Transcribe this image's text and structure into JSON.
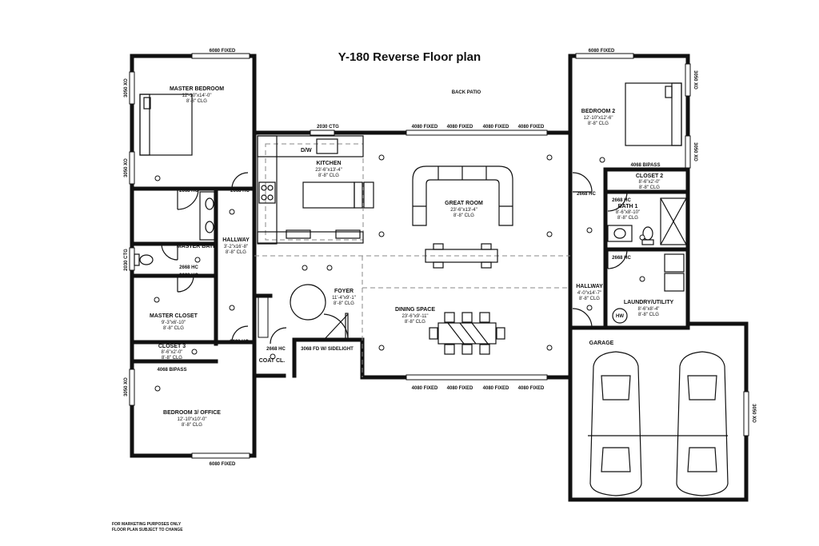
{
  "title": "Y-180 Reverse Floor plan",
  "back_patio": "BACK PATIO",
  "rooms": {
    "master_bedroom": {
      "name": "MASTER BEDROOM",
      "size": "12'-10\"x14'-0\"",
      "clg": "8'-8\" CLG"
    },
    "bedroom2": {
      "name": "BEDROOM 2",
      "size": "12'-10\"x12'-6\"",
      "clg": "8'-8\" CLG"
    },
    "kitchen": {
      "name": "KITCHEN",
      "size": "23'-6\"x13'-4\"",
      "clg": "8'-8\" CLG"
    },
    "great_room": {
      "name": "GREAT ROOM",
      "size": "23'-6\"x13'-4\"",
      "clg": "8'-8\" CLG"
    },
    "closet2": {
      "name": "CLOSET 2",
      "size": "8'-6\"x2'-0\"",
      "clg": "8'-8\" CLG"
    },
    "bath1": {
      "name": "BATH 1",
      "size": "8'-6\"x8'-10\"",
      "clg": "8'-8\" CLG"
    },
    "hallway_left": {
      "name": "HALLWAY",
      "size": "3'-2\"x16'-8\"",
      "clg": "8'-8\" CLG"
    },
    "master_bath": {
      "name": "MASTER BATH"
    },
    "foyer": {
      "name": "FOYER",
      "size": "11'-4\"x9'-1\"",
      "clg": "8'-8\" CLG"
    },
    "hallway_right": {
      "name": "HALLWAY",
      "size": "4'-0\"x14'-7\"",
      "clg": "8'-8\" CLG"
    },
    "master_closet": {
      "name": "MASTER CLOSET",
      "size": "9'-3\"x6'-10\"",
      "clg": "8'-8\" CLG"
    },
    "laundry": {
      "name": "LAUNDRY/UTILITY",
      "size": "8'-6\"x8'-4\"",
      "clg": "8'-8\" CLG"
    },
    "dining": {
      "name": "DINING SPACE",
      "size": "23'-6\"x9'-11\"",
      "clg": "8'-8\" CLG"
    },
    "closet3": {
      "name": "CLOSET 3",
      "size": "8'-6\"x2'-0\"",
      "clg": "8'-8\" CLG"
    },
    "coat": {
      "name": "COAT CL."
    },
    "garage": {
      "name": "GARAGE"
    },
    "bedroom3": {
      "name": "BEDROOM 3/ OFFICE",
      "size": "12'-10\"x10'-0\"",
      "clg": "8'-8\" CLG"
    }
  },
  "labels": {
    "fixed6080_top_left": "6080 FIXED",
    "fixed6080_top_right": "6080 FIXED",
    "fixed6080_bottom": "6080 FIXED",
    "xo3050_a": "3050 XO",
    "xo3050_b": "3050 XO",
    "xo3050_c": "3050 XO",
    "xo3050_d": "3050 XO",
    "xo3050_e": "3050 XO",
    "ctg2030_top": "2030 CTG",
    "ctg2030_side": "2030 CTG",
    "fixed4080_t1": "4080 FIXED",
    "fixed4080_t2": "4080 FIXED",
    "fixed4080_t3": "4080 FIXED",
    "fixed4080_t4": "4080 FIXED",
    "fixed4080_b1": "4080 FIXED",
    "fixed4080_b2": "4080 FIXED",
    "fixed4080_b3": "4080 FIXED",
    "fixed4080_b4": "4080 FIXED",
    "hc2668_a": "2668 HC",
    "hc2668_b": "2668 HC",
    "hc2668_c": "2668 HC",
    "hc2668_d": "2668 HC",
    "hc2668_e": "2668 HC",
    "hc2668_f": "2668 HC",
    "hc2668_g": "2668 HC",
    "hc2668_h": "2668 HC",
    "hc2668_i": "2668 HC",
    "hc2668_j": "2668 HC",
    "bipass4068_a": "4068 BIPASS",
    "bipass4068_b": "4068 BIPASS",
    "fd3068": "3068 FD W/ SIDELIGHT",
    "dw": "D/W",
    "hw": "HW",
    "note1": "FOR MARKETING PURPOSES ONLY",
    "note2": "FLOOR PLAN SUBJECT TO CHANGE"
  }
}
